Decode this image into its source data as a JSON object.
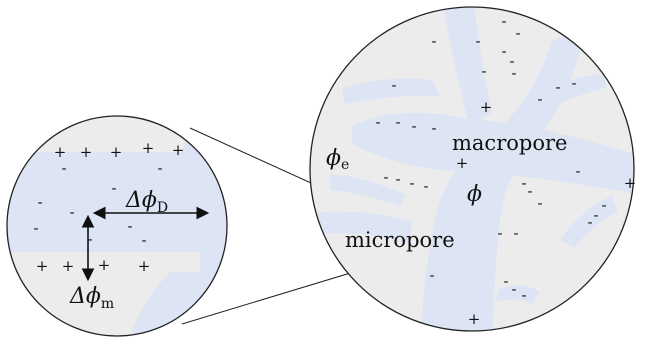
{
  "labels": {
    "macropore": "macropore",
    "micropore": "micropore",
    "phi_e_symbol": "ϕ",
    "phi_e_sub": "e",
    "phi": "ϕ",
    "delta_phi_D_symbol": "Δϕ",
    "delta_phi_D_sub": "D",
    "delta_phi_m_symbol": "Δϕ",
    "delta_phi_m_sub": "m"
  },
  "signs": {
    "plus": "+",
    "minus": "-"
  },
  "colors": {
    "outer_fill": "#ececec",
    "pore_fill": "#dde5f5",
    "outline": "#222222"
  }
}
